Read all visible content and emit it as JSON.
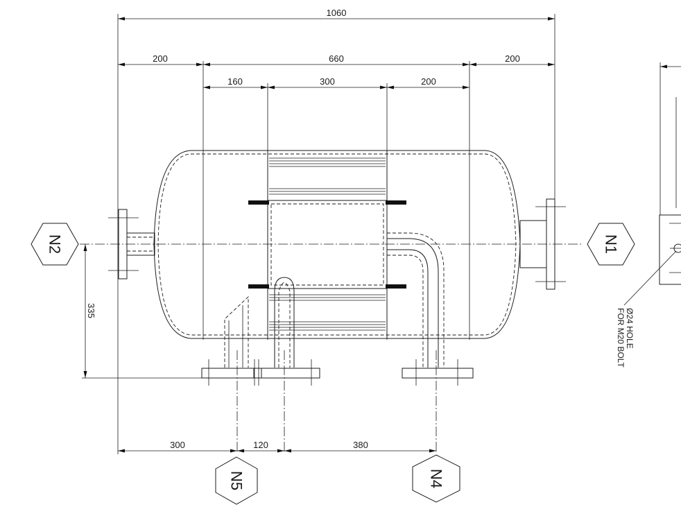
{
  "dimensions": {
    "overall": "1060",
    "left_end": "200",
    "middle": "660",
    "right_end": "200",
    "offset_160": "160",
    "core_300": "300",
    "offset_200": "200",
    "height_335": "335",
    "n5_offset_300": "300",
    "n5_n_spacing_120": "120",
    "n4_offset_380": "380"
  },
  "nozzles": {
    "n1": "N1",
    "n2": "N2",
    "n4": "N4",
    "n5": "N5"
  },
  "note": {
    "line1": "Ø24 HOLE",
    "line2": "FOR M20 BOLT"
  }
}
